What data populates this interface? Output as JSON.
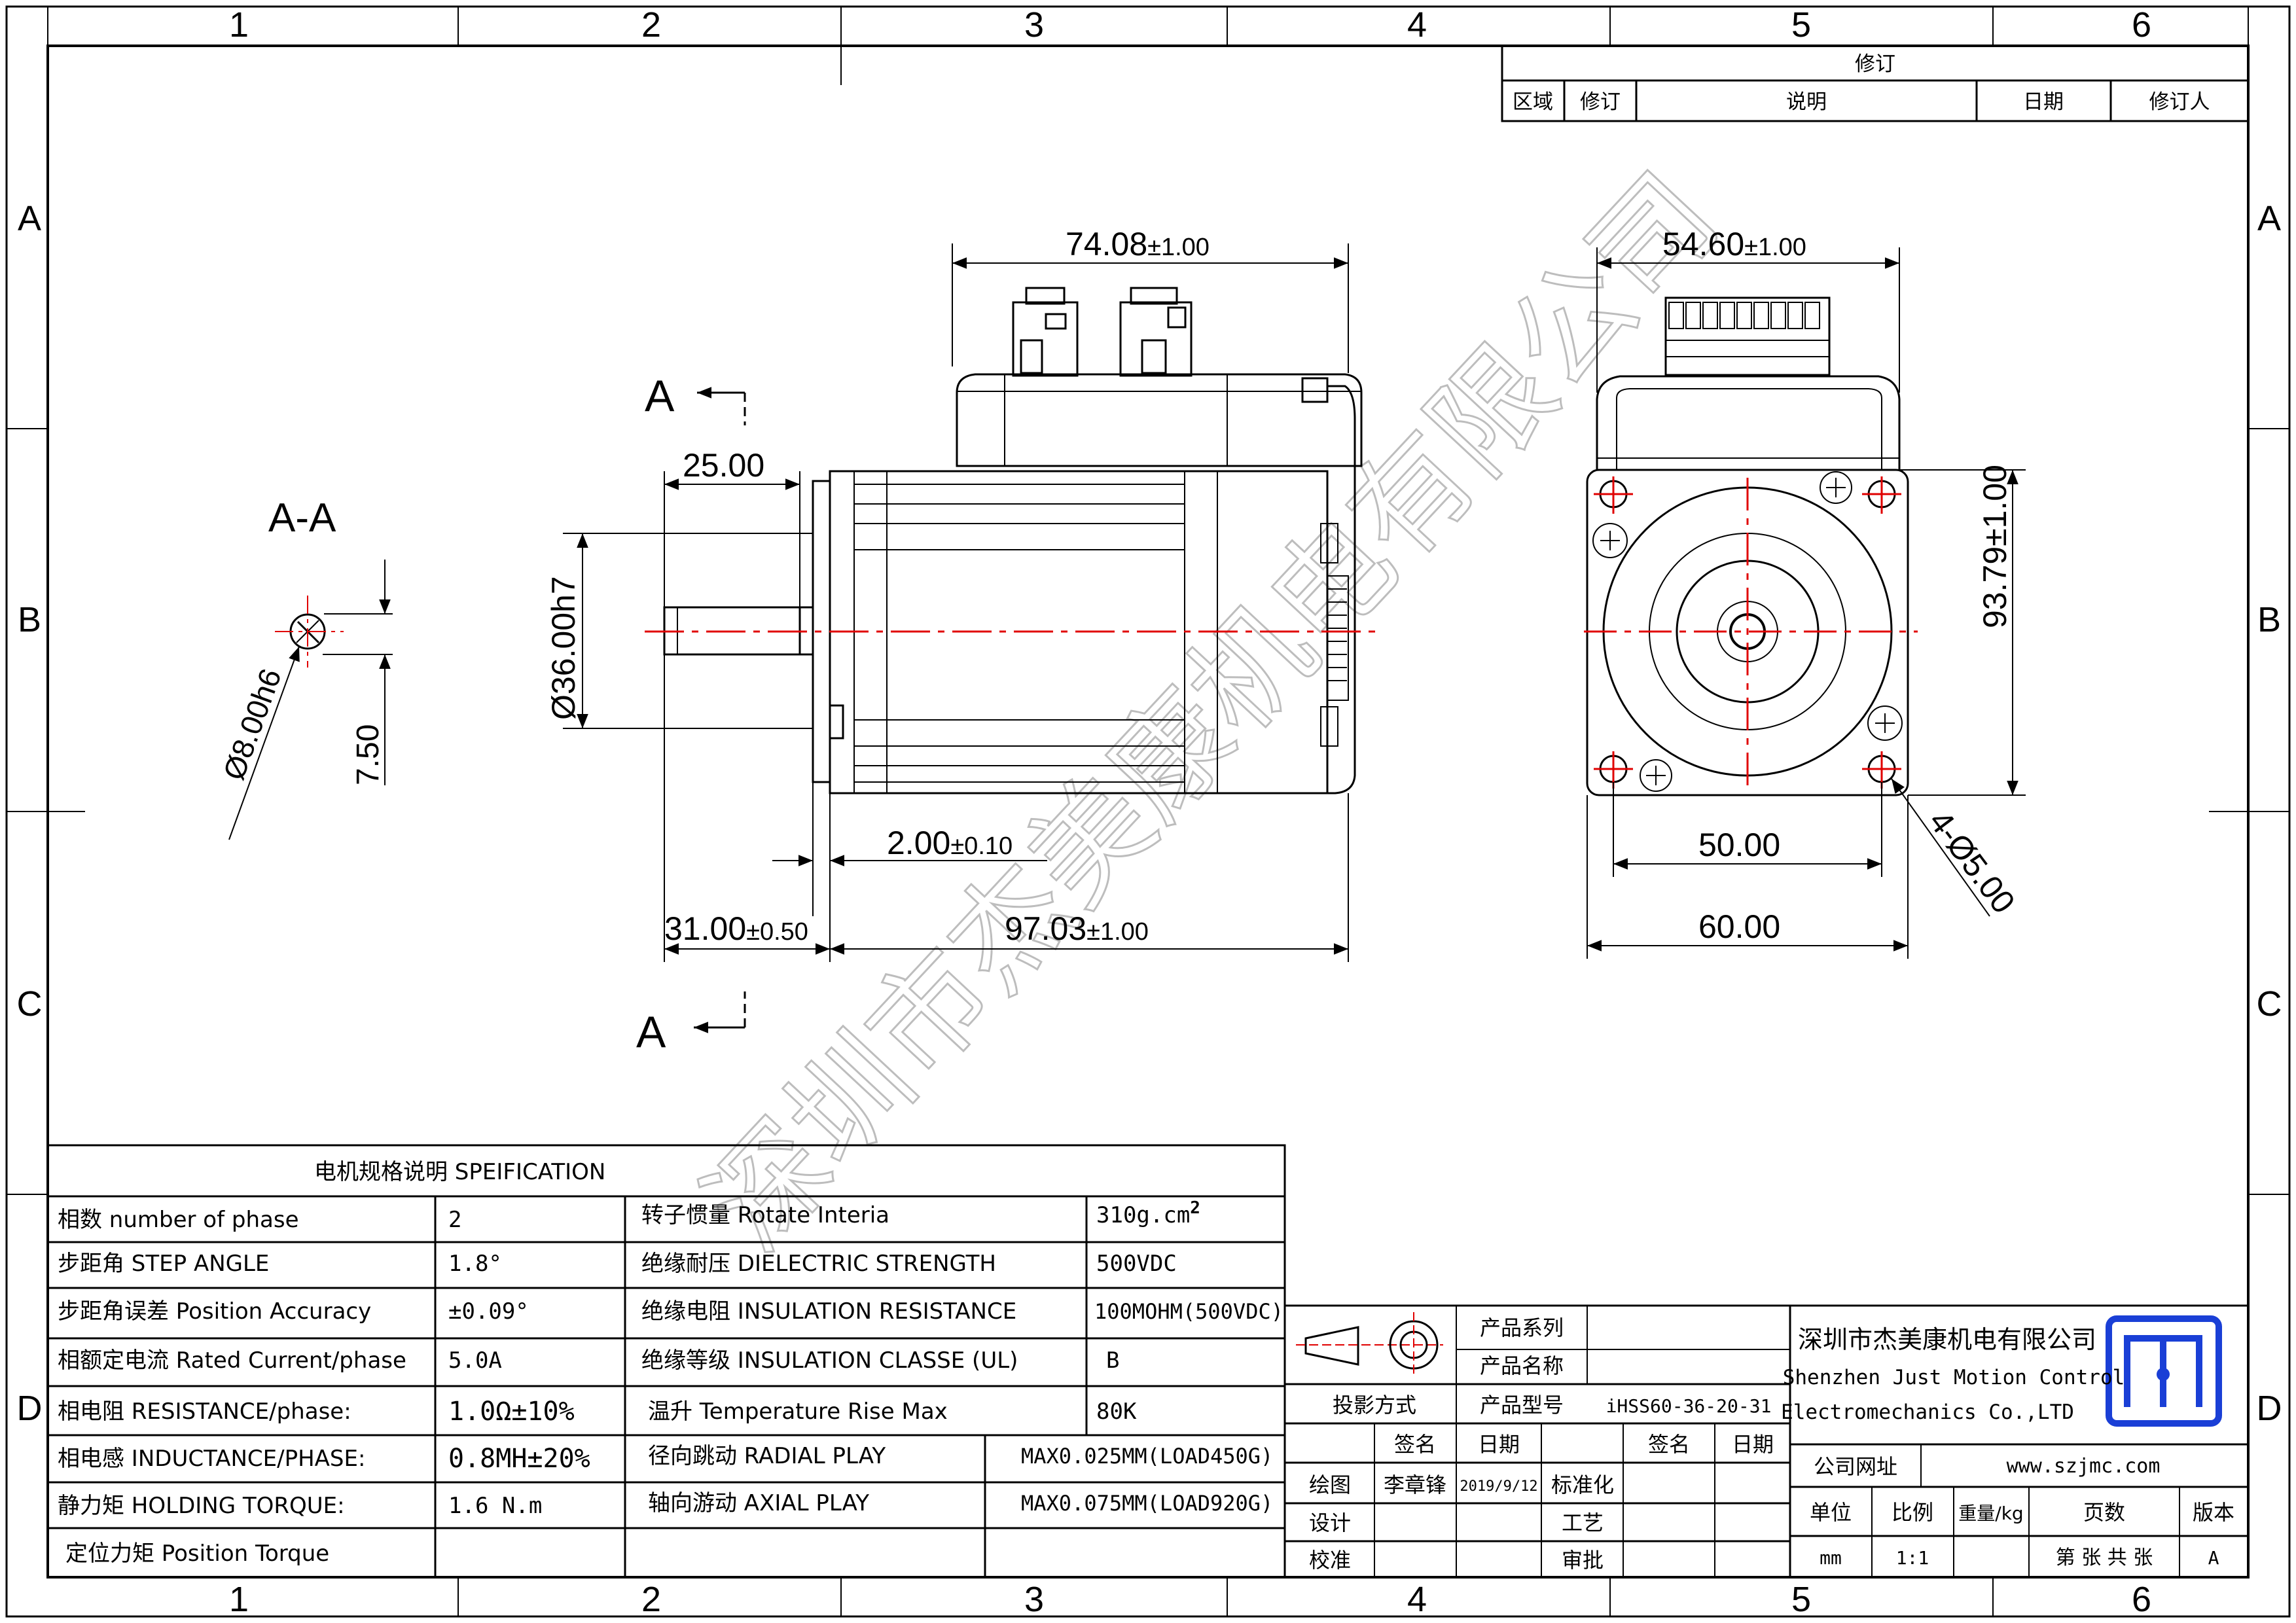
{
  "grid": {
    "columns": [
      "1",
      "2",
      "3",
      "4",
      "5",
      "6"
    ],
    "rows": [
      "A",
      "B",
      "C",
      "D"
    ]
  },
  "revision": {
    "title": "修订",
    "headers": [
      "区域",
      "修订",
      "说明",
      "日期",
      "修订人"
    ]
  },
  "views": {
    "section_title": "A-A",
    "section_marker": "A",
    "watermark": "深圳市杰美康机电有限公司"
  },
  "dims": {
    "front_width": "74.08",
    "front_width_tol": "±1.00",
    "shaft_length": "25.00",
    "pilot_dia": "Ø36.00h7",
    "shaft_dia": "Ø8.00h6",
    "flat_depth": "7.50",
    "pilot_height": "2.00",
    "pilot_height_tol": "±0.10",
    "shaft_total": "31.00",
    "shaft_total_tol": "±0.50",
    "body_length": "97.03",
    "body_length_tol": "±1.00",
    "side_width": "54.60",
    "side_width_tol": "±1.00",
    "side_height": "93.79±1.00",
    "hole_pitch": "50.00",
    "flange": "60.00",
    "holes": "4-Ø5.00"
  },
  "spec": {
    "title": "电机规格说明 SPEIFICATION",
    "rows": [
      {
        "l1": "相数 number of phase",
        "v1": "2",
        "l2": "转子惯量 Rotate Interia",
        "v2": "310g.cm",
        "v2sup": "2"
      },
      {
        "l1": "步距角 STEP ANGLE",
        "v1": "1.8°",
        "l2": "绝缘耐压 DIELECTRIC STRENGTH",
        "v2": "500VDC",
        "v2sup": ""
      },
      {
        "l1": "步距角误差 Position Accuracy",
        "v1": "±0.09°",
        "l2": "绝缘电阻 INSULATION RESISTANCE",
        "v2": "100MOHM(500VDC)",
        "v2sup": ""
      },
      {
        "l1": "相额定电流 Rated Current/phase",
        "v1": "5.0A",
        "l2": "绝缘等级 INSULATION CLASSE (UL)",
        "v2": "B",
        "v2sup": ""
      },
      {
        "l1": "相电阻 RESISTANCE/phase:",
        "v1": "1.0Ω±10%",
        "l2": "温升 Temperature Rise Max",
        "v2": "80K",
        "v2sup": ""
      },
      {
        "l1": "相电感 INDUCTANCE/PHASE:",
        "v1": "0.8MH±20%",
        "l2": "径向跳动 RADIAL PLAY",
        "v2": "MAX0.025MM(LOAD450G)",
        "v2sup": ""
      },
      {
        "l1": "静力矩 HOLDING TORQUE:",
        "v1": "1.6 N.m",
        "l2": "轴向游动 AXIAL PLAY",
        "v2": "MAX0.075MM(LOAD920G)",
        "v2sup": ""
      },
      {
        "l1": "定位力矩 Position Torque",
        "v1": "",
        "l2": "",
        "v2": "",
        "v2sup": ""
      }
    ]
  },
  "titleblock": {
    "product_series": "产品系列",
    "product_name": "产品名称",
    "product_model": "产品型号",
    "model_value": "iHSS60-36-20-31",
    "projection": "投影方式",
    "sign": "签名",
    "date": "日期",
    "sign2": "签名",
    "date2": "日期",
    "drawn": "绘图",
    "drawer": "李章锋",
    "drawn_date": "2019/9/12",
    "standard": "标准化",
    "design": "设计",
    "process": "工艺",
    "check": "校准",
    "approve": "审批",
    "company_cn": "深圳市杰美康机电有限公司",
    "company_en1": "Shenzhen Just Motion Control",
    "company_en2": "Electromechanics Co.,LTD",
    "website_label": "公司网址",
    "website": "www.szjmc.com",
    "unit_label": "单位",
    "scale_label": "比例",
    "weight_label": "重量/kg",
    "pages_label": "页数",
    "version_label": "版本",
    "unit": "mm",
    "scale": "1:1",
    "weight": "",
    "pages": "第 张 共 张",
    "version": "A"
  },
  "colors": {
    "line": "#000000",
    "center": "#e00000",
    "logo": "#1a3fd6",
    "watermark": "#b8b8b8"
  }
}
